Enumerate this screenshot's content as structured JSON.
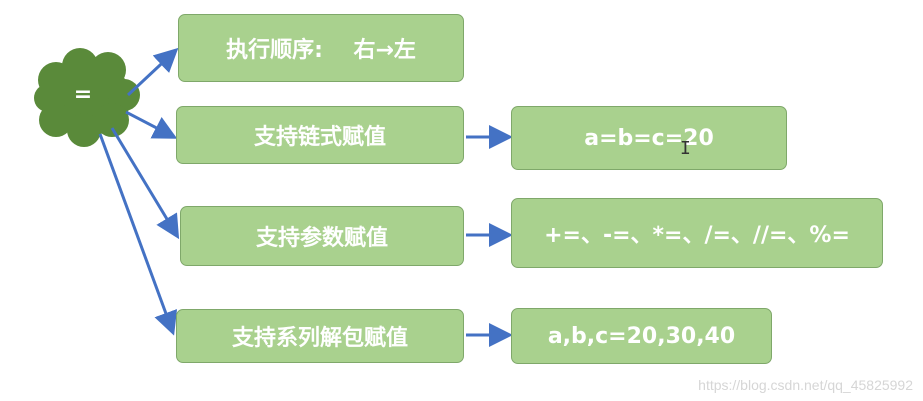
{
  "center": {
    "label": "="
  },
  "branches": [
    {
      "label": "执行顺序:    右→左"
    },
    {
      "label": "支持链式赋值",
      "example": "a=b=c=20"
    },
    {
      "label": "支持参数赋值",
      "example": "+=、-=、*=、/=、//=、%="
    },
    {
      "label": "支持系列解包赋值",
      "example": "a,b,c=20,30,40"
    }
  ],
  "cursor_glyph": "I",
  "watermark": "https://blog.csdn.net/qq_45825992",
  "colors": {
    "box_fill": "#a9d18e",
    "box_border": "#7fa86a",
    "cloud_fill": "#5a8a3a",
    "arrow": "#4472c4",
    "text": "#ffffff"
  }
}
